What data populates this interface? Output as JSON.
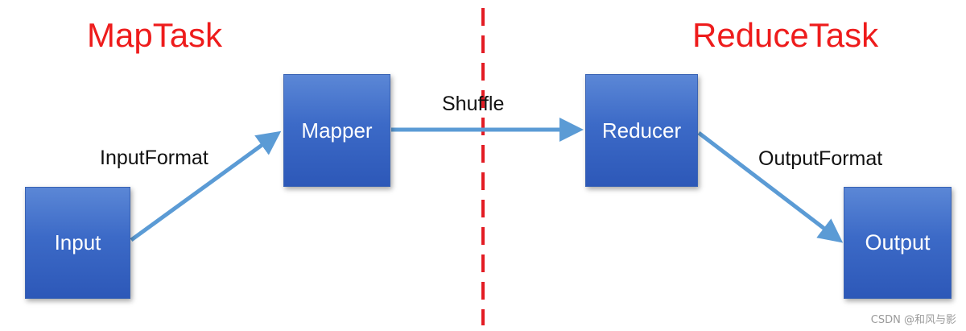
{
  "titles": {
    "map": "MapTask",
    "reduce": "ReduceTask"
  },
  "boxes": {
    "input": "Input",
    "mapper": "Mapper",
    "reducer": "Reducer",
    "output": "Output"
  },
  "edges": {
    "input_to_mapper": "InputFormat",
    "mapper_to_reducer": "Shuffle",
    "reducer_to_output": "OutputFormat"
  },
  "watermark": "CSDN @和风与影",
  "colors": {
    "title": "#ee1c1c",
    "divider": "#e31b23",
    "arrow": "#5b9bd5",
    "box_top": "#5b87d6",
    "box_bottom": "#2d58b8"
  }
}
